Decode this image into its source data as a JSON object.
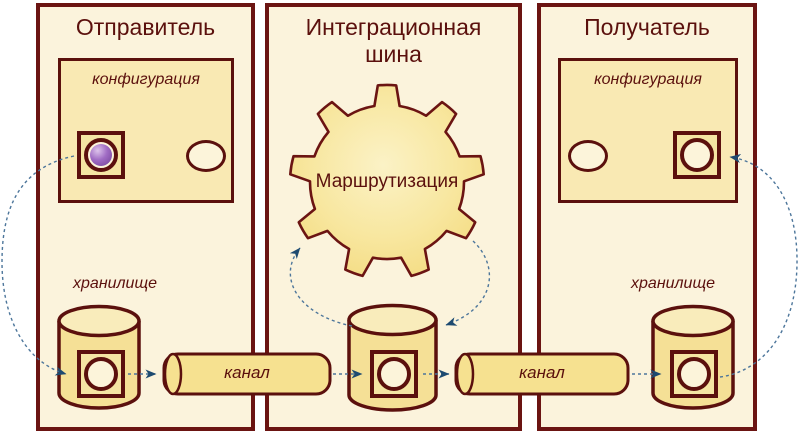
{
  "panels": {
    "sender": {
      "title": "Отправитель",
      "config_label": "конфигурация",
      "storage_label": "хранилище"
    },
    "bus": {
      "title": "Интеграционная шина",
      "gear_label": "Маршрутизация"
    },
    "receiver": {
      "title": "Получатель",
      "config_label": "конфигурация",
      "storage_label": "хранилище"
    }
  },
  "channels": [
    {
      "label": "канал"
    },
    {
      "label": "канал"
    }
  ],
  "colors": {
    "panel_border": "#6b1412",
    "panel_fill": "#fbf3dc",
    "config_box_fill": "#f9e9b3",
    "node_fill": "#f5e5a3",
    "cylinder_fill": "#f5e096",
    "cylinder_top_fill": "#f9ecbb",
    "channel_fill": "#f6e190",
    "gear_fill": "#f8e59a",
    "text_maroon": "#5b100d",
    "arrow_line": "#4d769b",
    "arrow_head": "#1d4a70",
    "message_ball": "#8a56ad"
  }
}
